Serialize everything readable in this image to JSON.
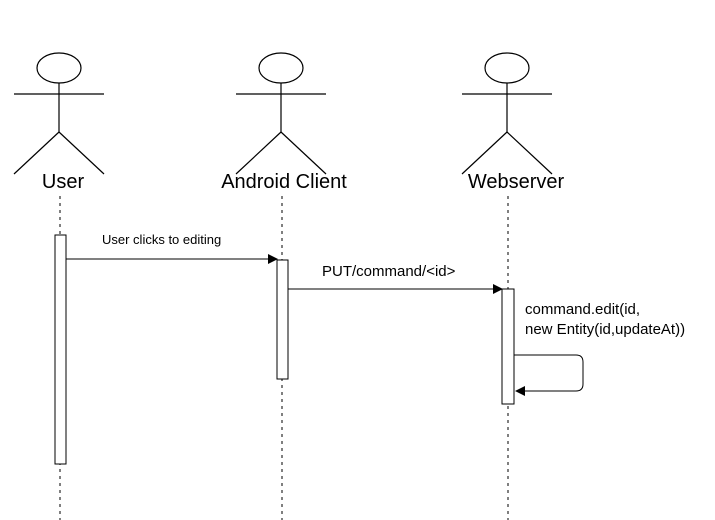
{
  "actors": [
    {
      "id": "user",
      "name": "User"
    },
    {
      "id": "android",
      "name": "Android Client"
    },
    {
      "id": "webserver",
      "name": "Webserver"
    }
  ],
  "messages": [
    {
      "from": "user",
      "to": "android",
      "label": "User clicks to editing"
    },
    {
      "from": "android",
      "to": "webserver",
      "label": "PUT/command/<id>"
    }
  ],
  "self_call": {
    "actor": "webserver",
    "lines": [
      "command.edit(id,",
      "new Entity(id,updateAt))"
    ]
  }
}
